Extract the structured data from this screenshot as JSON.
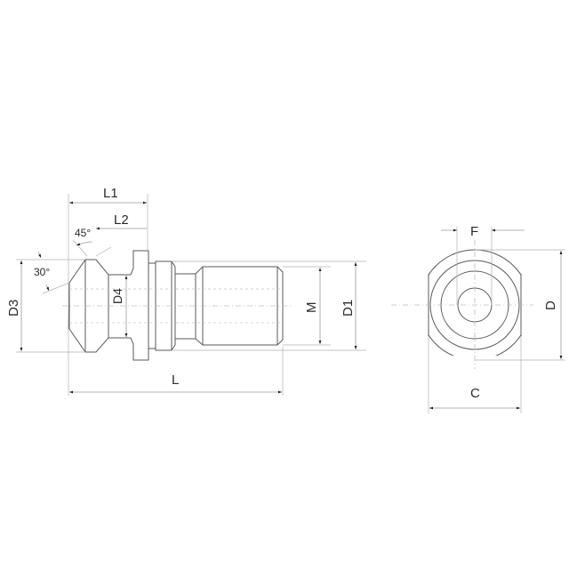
{
  "diagram": {
    "title": "Pull stud dimension drawing",
    "side_view": {
      "labels": {
        "L1": "L1",
        "L2": "L2",
        "angle_45": "45°",
        "angle_30": "30°",
        "D3": "D3",
        "D4": "D4",
        "M": "M",
        "D1": "D1",
        "L": "L"
      }
    },
    "end_view": {
      "labels": {
        "F": "F",
        "D": "D",
        "C": "C"
      }
    },
    "colors": {
      "outline": "#5a5a5a",
      "dimension": "#9a9a9a",
      "arrow": "#1a1a1a",
      "text": "#2a2a2a"
    }
  }
}
